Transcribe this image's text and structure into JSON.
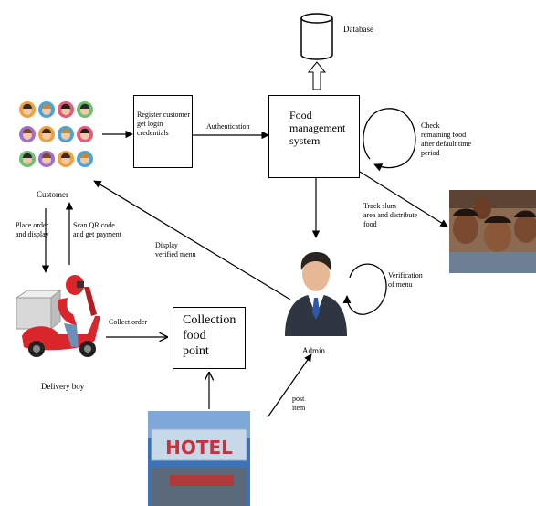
{
  "nodes": {
    "database": {
      "label": "Database"
    },
    "register": {
      "label": "Register customer\nget login\ncredentials"
    },
    "food_system": {
      "label": "Food\nmanagement\nsystem"
    },
    "customer": {
      "label": "Customer"
    },
    "admin": {
      "label": "Admin"
    },
    "delivery_boy": {
      "label": "Delivery boy"
    },
    "collection": {
      "label": "Collection\nfood\npoint"
    },
    "hotel": {
      "sign_text": "HOTEL"
    }
  },
  "edges": {
    "authentication": "Authentication",
    "check_food": "Check\nremaining food\nafter default time\nperiod",
    "track_slum": "Track slum\narea and distribute\nfood",
    "place_order": "Place order\nand display",
    "scan_qr": "Scan QR code\nand get payment",
    "display_menu": "Display\nverified menu",
    "verification": "Verification\nof menu",
    "collect_order": "Collect order",
    "post_item": "post\nitem"
  },
  "colors": {
    "line": "#000000",
    "scooter": "#d9262b",
    "crowd_skin": "#7a4a30",
    "sky": "#3c72b8"
  }
}
